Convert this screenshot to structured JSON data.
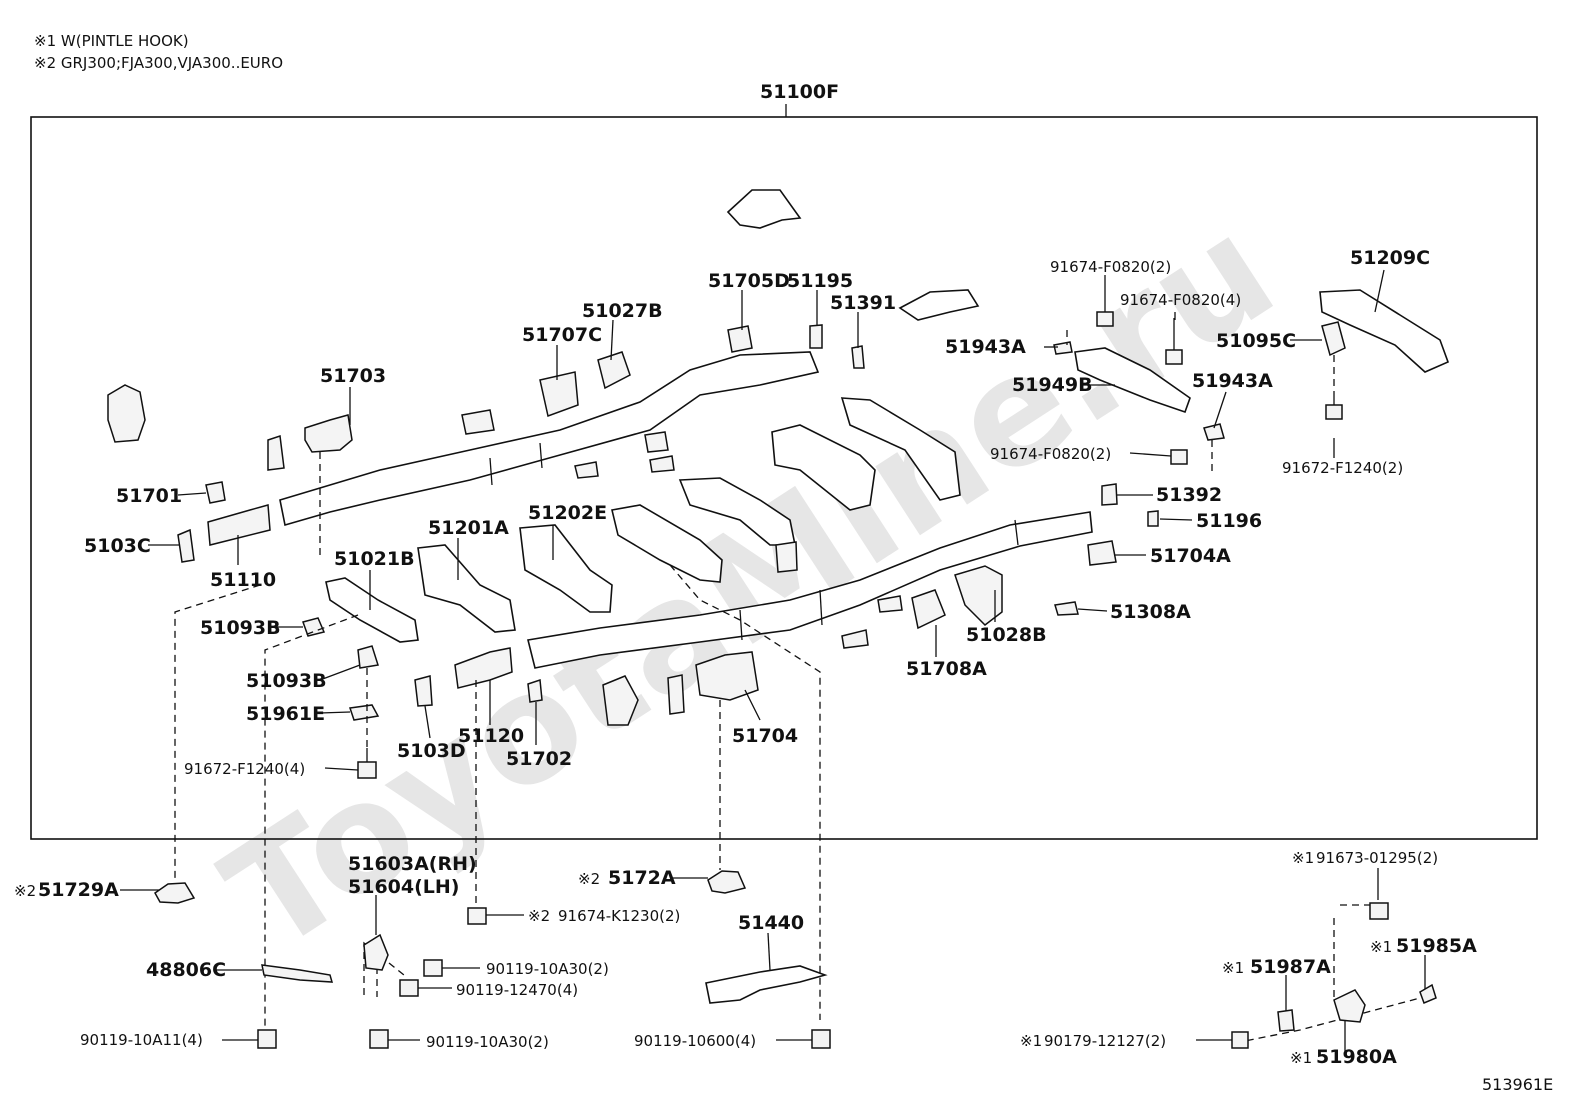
{
  "notes": [
    "※1 W(PINTLE HOOK)",
    "※2 GRJ300;FJA300,VJA300..EURO"
  ],
  "watermark": "ToyotaMine.ru",
  "main_assembly": "51100F",
  "diagram_code": "513961E",
  "labels": {
    "p51209C": "51209C",
    "p91674F0820_2a": "91674-F0820(2)",
    "p91674F0820_4": "91674-F0820(4)",
    "p51705D": "51705D",
    "p51195": "51195",
    "p51391": "51391",
    "p51943A_a": "51943A",
    "p51095C": "51095C",
    "p51027B": "51027B",
    "p51707C": "51707C",
    "p51949B": "51949B",
    "p51943A_b": "51943A",
    "p51703": "51703",
    "p91674F0820_2b": "91674-F0820(2)",
    "p91672F1240_2": "91672-F1240(2)",
    "p51701": "51701",
    "p51392": "51392",
    "p51196": "51196",
    "p51202E": "51202E",
    "p51201A": "51201A",
    "p5103C": "5103C",
    "p51021B": "51021B",
    "p51704A": "51704A",
    "p51110": "51110",
    "p51093B_a": "51093B",
    "p51308A": "51308A",
    "p51028B": "51028B",
    "p51093B_b": "51093B",
    "p51708A": "51708A",
    "p51961E": "51961E",
    "p51120": "51120",
    "p51704": "51704",
    "p5103D": "5103D",
    "p51702": "51702",
    "p91672F1240_4": "91672-F1240(4)",
    "p51603A": "51603A(RH)",
    "p51604": "51604(LH)",
    "p51729A": "51729A",
    "p5172A": "5172A",
    "p91674K1230": "91674-K1230(2)",
    "p91673_01295": "91673-01295(2)",
    "p51440": "51440",
    "p51985A": "51985A",
    "p48806C": "48806C",
    "p90119_10A30a": "90119-10A30(2)",
    "p51987A": "51987A",
    "p90119_12470": "90119-12470(4)",
    "p90119_10A11": "90119-10A11(4)",
    "p90119_10A30b": "90119-10A30(2)",
    "p90119_10600": "90119-10600(4)",
    "p90179_12127": "90179-12127(2)",
    "p51980A": "51980A"
  },
  "marks": {
    "m1": "※1",
    "m2": "※2"
  }
}
